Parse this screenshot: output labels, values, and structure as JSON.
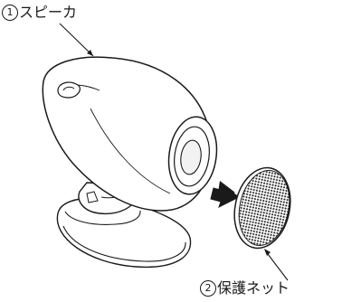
{
  "callouts": [
    {
      "number": "1",
      "label": "スピーカ"
    },
    {
      "number": "2",
      "label": "保護ネット"
    }
  ]
}
